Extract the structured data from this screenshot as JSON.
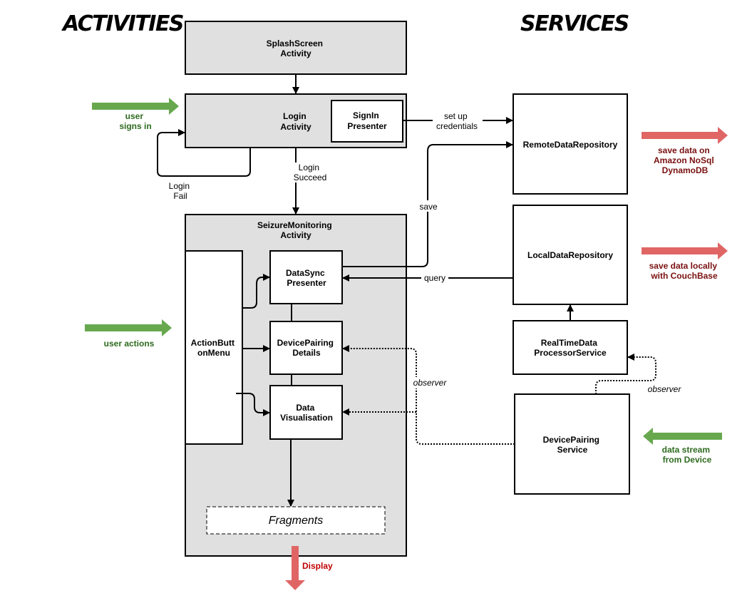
{
  "headings": {
    "activities": "ACTIVITIES",
    "services": "SERVICES"
  },
  "boxes": {
    "splash": [
      "SplashScreen",
      "Activity"
    ],
    "login": [
      "Login",
      "Activity"
    ],
    "signin": [
      "SignIn",
      "Presenter"
    ],
    "seizure": [
      "SeizureMonitoring",
      "Activity"
    ],
    "action_menu": [
      "ActionButt",
      "onMenu"
    ],
    "datasync": [
      "DataSync",
      "Presenter"
    ],
    "device_pairing_details": [
      "DevicePairing",
      "Details"
    ],
    "data_visualisation": [
      "Data",
      "Visualisation"
    ],
    "fragments": "Fragments",
    "remote_repo": "RemoteDataRepository",
    "local_repo": "LocalDataRepository",
    "realtime": [
      "RealTimeData",
      "ProcessorService"
    ],
    "device_pairing_service": [
      "DevicePairing",
      "Service"
    ]
  },
  "edge_labels": {
    "setup_credentials": [
      "set up",
      "credentials"
    ],
    "login_fail": [
      "Login",
      "Fail"
    ],
    "login_succeed": [
      "Login",
      "Succeed"
    ],
    "save": "save",
    "query": "query",
    "observer_left": "observer",
    "observer_right": "observer"
  },
  "side_labels": {
    "user_signs_in": [
      "user",
      "signs in"
    ],
    "user_actions": "user actions",
    "save_dynamo": [
      "save data on",
      "Amazon NoSql",
      "DynamoDB"
    ],
    "save_couchbase": [
      "save data locally",
      "with CouchBase"
    ],
    "data_stream": [
      "data stream",
      "from Device"
    ],
    "display": "Display"
  },
  "colors": {
    "container_fill": "#e0e0e0",
    "box_fill": "#ffffff",
    "stroke": "#000000",
    "green_arrow": "#67a84f",
    "red_arrow": "#e06666",
    "green_text": "#2e6b1f",
    "red_text": "#7a1010",
    "display_text": "#c00000"
  }
}
